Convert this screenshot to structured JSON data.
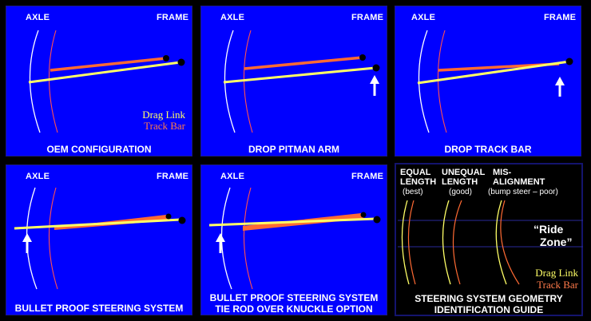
{
  "panels": [
    {
      "axle": "AXLE",
      "frame": "FRAME",
      "caption": "OEM CONFIGURATION",
      "legend": {
        "drag_link": "Drag Link",
        "track_bar": "Track Bar"
      }
    },
    {
      "axle": "AXLE",
      "frame": "FRAME",
      "caption": "DROP PITMAN ARM"
    },
    {
      "axle": "AXLE",
      "frame": "FRAME",
      "caption": "DROP TRACK BAR"
    },
    {
      "axle": "AXLE",
      "frame": "FRAME",
      "caption": "BULLET PROOF STEERING SYSTEM"
    },
    {
      "axle": "AXLE",
      "frame": "FRAME",
      "caption_line1": "BULLET PROOF STEERING SYSTEM",
      "caption_line2": "TIE ROD OVER KNUCKLE OPTION"
    }
  ],
  "guide": {
    "columns": [
      {
        "line1": "EQUAL",
        "line2": "LENGTH",
        "note": "(best)"
      },
      {
        "line1": "UNEQUAL",
        "line2": "LENGTH",
        "note": "(good)"
      },
      {
        "line1": "MIS-",
        "line2": "ALIGNMENT",
        "note": "(bump steer – poor)"
      }
    ],
    "ride_zone_line1": "“Ride",
    "ride_zone_line2": "Zone”",
    "legend": {
      "drag_link": "Drag Link",
      "track_bar": "Track Bar"
    },
    "caption_line1": "STEERING SYSTEM GEOMETRY",
    "caption_line2": "IDENTIFICATION GUIDE"
  },
  "colors": {
    "panel_bg": "#0000ff",
    "drag_link": "#ffff66",
    "track_bar": "#ff6a33",
    "axle_line": "#ffffff",
    "knuckle_line": "#ff5050"
  }
}
